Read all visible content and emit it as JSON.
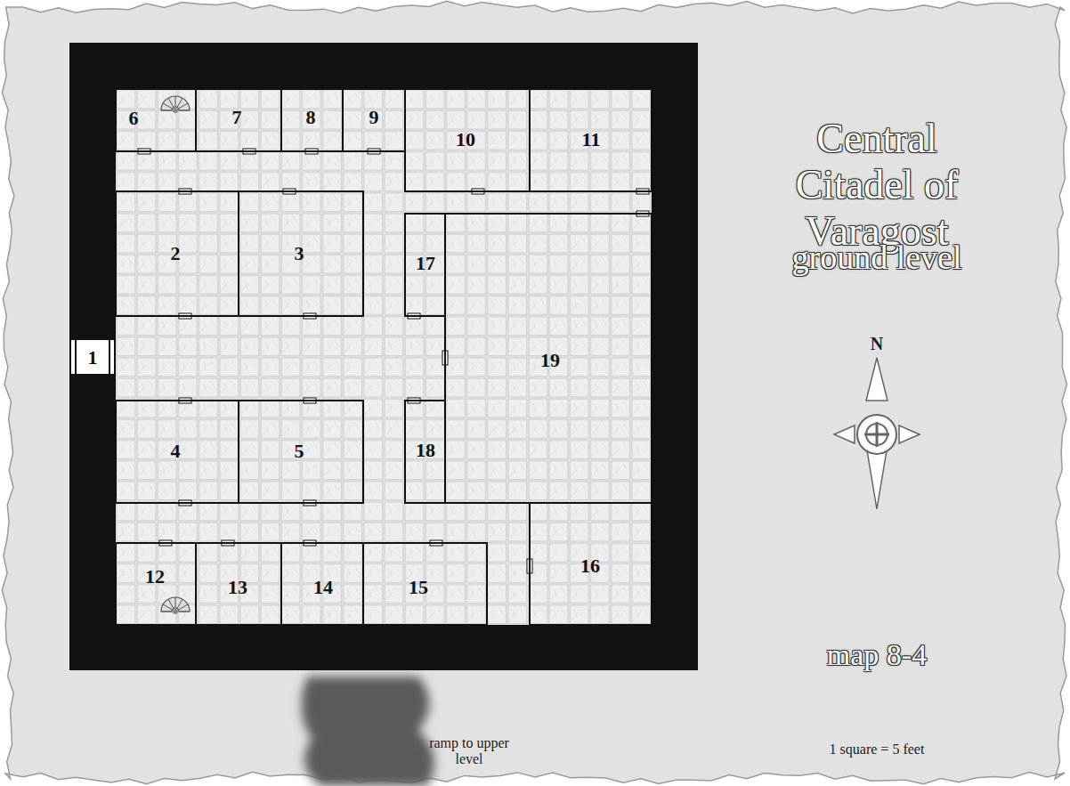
{
  "diagram": {
    "title": "Central Citadel of Varagost",
    "nodes": [
      {
        "text": [
          "6"
        ]
      },
      {
        "text": [
          "7"
        ]
      },
      {
        "text": [
          "8"
        ]
      },
      {
        "text": [
          "9"
        ]
      },
      {
        "text": [
          "10"
        ]
      },
      {
        "text": [
          "11"
        ]
      },
      {
        "text": [
          "2"
        ]
      },
      {
        "text": [
          "3"
        ]
      },
      {
        "text": [
          "17"
        ]
      },
      {
        "text": [
          "1"
        ]
      },
      {
        "text": [
          "19"
        ]
      },
      {
        "text": [
          "4"
        ]
      },
      {
        "text": [
          "5"
        ]
      },
      {
        "text": [
          "18"
        ]
      },
      {
        "text": [
          "12"
        ]
      },
      {
        "text": [
          "13"
        ]
      },
      {
        "text": [
          "14"
        ]
      },
      {
        "text": [
          "15"
        ]
      },
      {
        "text": [
          "16"
        ]
      }
    ],
    "labels": [
      "ground level",
      "N",
      "map 8-4",
      "ramp to upper level",
      "1 square = 5 feet"
    ]
  }
}
